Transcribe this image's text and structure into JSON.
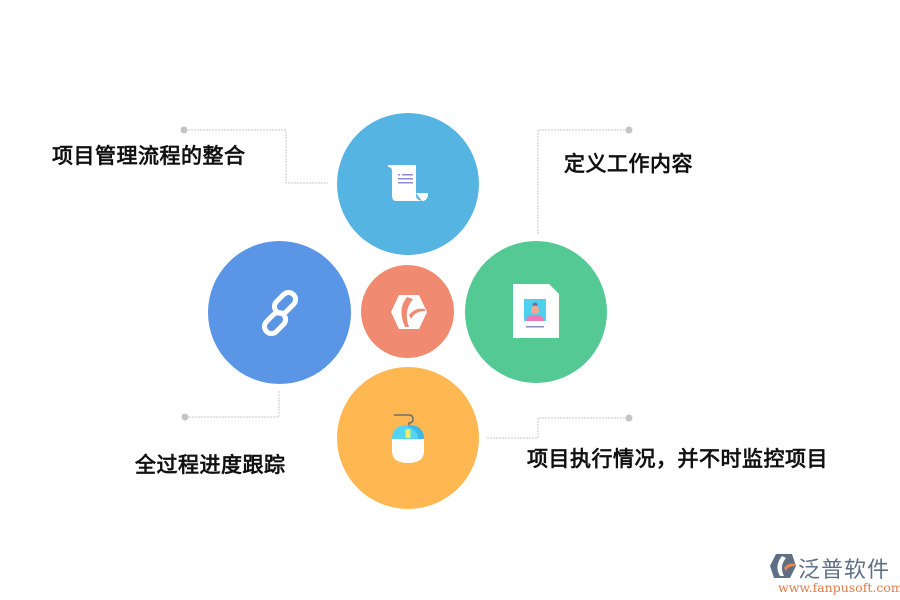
{
  "diagram": {
    "center": {
      "icon": "fanpu-logo-icon",
      "color": "#f08a70"
    },
    "nodes": [
      {
        "id": "top",
        "label": "项目管理流程的整合",
        "icon": "scroll-document-icon",
        "color": "#56b4e3"
      },
      {
        "id": "right",
        "label": "定义工作内容",
        "icon": "profile-document-icon",
        "color": "#55c994"
      },
      {
        "id": "left",
        "label": "全过程进度跟踪",
        "icon": "chain-link-icon",
        "color": "#5b95e5"
      },
      {
        "id": "bottom",
        "label": "项目执行情况，并不时监控项目",
        "icon": "computer-mouse-icon",
        "color": "#ffb751"
      }
    ]
  },
  "watermark": {
    "brand": "泛普软件",
    "url": "www.fanpusoft.com"
  }
}
